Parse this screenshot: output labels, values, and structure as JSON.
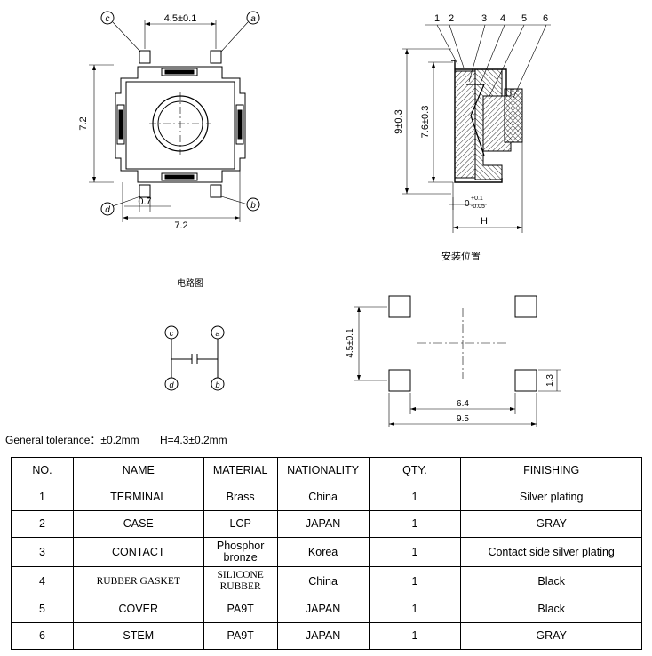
{
  "drawing": {
    "top_view": {
      "dim_pitch": "4.5±0.1",
      "dim_height": "7.2",
      "dim_width": "7.2",
      "dim_pin": "0.7",
      "pins": [
        "c",
        "a",
        "d",
        "b"
      ]
    },
    "side_view": {
      "callouts": [
        "1",
        "2",
        "3",
        "4",
        "5",
        "6"
      ],
      "dim_overall": "9±0.3",
      "dim_inner": "7.6±0.3",
      "dim_base": "0",
      "dim_base_tol_upper": "+0.1",
      "dim_base_tol_lower": "-0.05",
      "dim_h": "H"
    },
    "circuit": {
      "title": "电路图",
      "pins": [
        "c",
        "a",
        "d",
        "b"
      ]
    },
    "mounting": {
      "title": "安装位置",
      "dim_vertical": "4.5±0.1",
      "dim_pad": "1.3",
      "dim_inner": "6.4",
      "dim_outer": "9.5"
    }
  },
  "tolerance": {
    "general": "General tolerance：±0.2mm",
    "h": "H=4.3±0.2mm"
  },
  "table": {
    "headers": [
      "NO.",
      "NAME",
      "MATERIAL",
      "NATIONALITY",
      "QTY.",
      "FINISHING"
    ],
    "rows": [
      [
        "1",
        "TERMINAL",
        "Brass",
        "China",
        "1",
        "Silver plating"
      ],
      [
        "2",
        "CASE",
        "LCP",
        "JAPAN",
        "1",
        "GRAY"
      ],
      [
        "3",
        "CONTACT",
        "Phosphor bronze",
        "Korea",
        "1",
        "Contact side silver plating"
      ],
      [
        "4",
        "RUBBER GASKET",
        "SILICONE RUBBER",
        "China",
        "1",
        "Black"
      ],
      [
        "5",
        "COVER",
        "PA9T",
        "JAPAN",
        "1",
        "Black"
      ],
      [
        "6",
        "STEM",
        "PA9T",
        "JAPAN",
        "1",
        "GRAY"
      ]
    ]
  }
}
